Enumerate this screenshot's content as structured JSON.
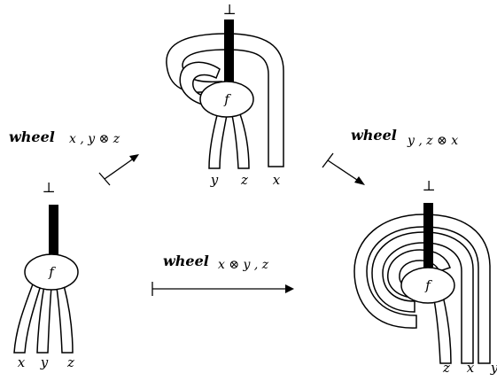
{
  "colors": {
    "ink": "#000000",
    "background": "#ffffff"
  },
  "symbols": {
    "bottom": "⊥",
    "node": "f"
  },
  "diagrams": {
    "left": {
      "node_label": "f",
      "bottom": "⊥",
      "wires": [
        "x",
        "y",
        "z"
      ]
    },
    "top": {
      "node_label": "f",
      "bottom": "⊥",
      "wires": [
        "y",
        "z",
        "x"
      ]
    },
    "right": {
      "node_label": "f",
      "bottom": "⊥",
      "wires": [
        "z",
        "x",
        "y"
      ]
    }
  },
  "arrows": {
    "left_to_top": {
      "label": "wheel",
      "subscript": "x , y ⊗ z"
    },
    "top_to_right": {
      "label": "wheel",
      "subscript": "y , z ⊗ x"
    },
    "left_to_right": {
      "label": "wheel",
      "subscript": "x ⊗ y , z"
    }
  }
}
